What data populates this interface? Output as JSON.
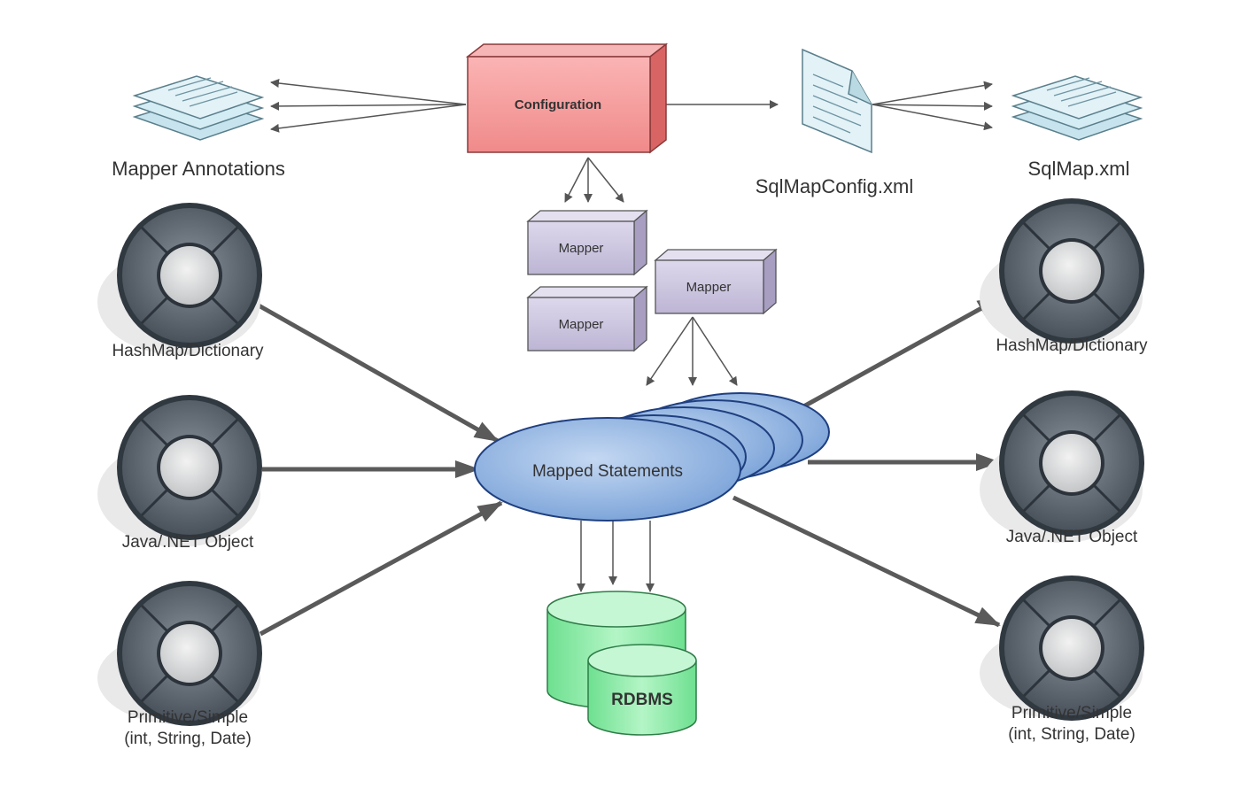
{
  "labels": {
    "mapper_annotations": "Mapper Annotations",
    "configuration": "Configuration",
    "sqlmapconfig": "SqlMapConfig.xml",
    "sqlmap": "SqlMap.xml",
    "mapper_1": "Mapper",
    "mapper_2": "Mapper",
    "mapper_3": "Mapper",
    "mapped_statements": "Mapped Statements",
    "rdbms": "RDBMS",
    "input_hashmap": "HashMap/Dictionary",
    "input_object": "Java/.NET Object",
    "input_primitive_line1": "Primitive/Simple",
    "input_primitive_line2": "(int, String, Date)",
    "output_hashmap": "HashMap/Dictionary",
    "output_object": "Java/.NET Object",
    "output_primitive_line1": "Primitive/Simple",
    "output_primitive_line2": "(int, String, Date)"
  },
  "colors": {
    "configuration_fill": "#f59a9a",
    "mapper_fill": "#c9c3dc",
    "statements_fill": "#9cbde6",
    "rdbms_fill": "#8eeaa8",
    "document_fill": "#d8ecf2",
    "ring_dark": "#5c6470",
    "arrow": "#555555"
  }
}
